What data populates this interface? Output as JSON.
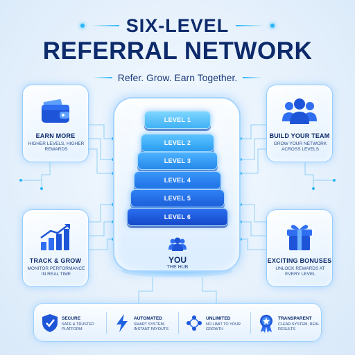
{
  "header": {
    "title_top": "SIX-LEVEL",
    "title_main": "REFERRAL NETWORK",
    "tagline": "Refer. Grow. Earn Together."
  },
  "cards": [
    {
      "title": "EARN MORE",
      "desc": "HIGHER LEVELS, HIGHER REWARDS",
      "icon": "wallet-icon"
    },
    {
      "title": "BUILD YOUR TEAM",
      "desc": "GROW YOUR NETWORK ACROSS LEVELS",
      "icon": "team-icon"
    },
    {
      "title": "TRACK & GROW",
      "desc": "MONITOR PERFORMANCE IN REAL TIME",
      "icon": "growth-chart-icon"
    },
    {
      "title": "EXCITING BONUSES",
      "desc": "UNLOCK REWARDS AT EVERY LEVEL",
      "icon": "gift-icon"
    }
  ],
  "levels": [
    "LEVEL 1",
    "LEVEL 2",
    "LEVEL 3",
    "LEVEL 4",
    "LEVEL 5",
    "LEVEL 6"
  ],
  "hub": {
    "label": "YOU",
    "sublabel": "THE HUB",
    "icon": "people-icon"
  },
  "features": [
    {
      "title": "SECURE",
      "desc": "SAFE & TRUSTED PLATFORM",
      "icon": "shield-check-icon"
    },
    {
      "title": "AUTOMATED",
      "desc": "SMART SYSTEM, INSTANT PAYOUTS",
      "icon": "lightning-icon"
    },
    {
      "title": "UNLIMITED",
      "desc": "NO LIMIT TO YOUR GROWTH",
      "icon": "network-nodes-icon"
    },
    {
      "title": "TRANSPARENT",
      "desc": "CLEAR SYSTEM, REAL RESULTS",
      "icon": "badge-star-icon"
    }
  ],
  "colors": {
    "navy": "#0d2a6b",
    "accent": "#29b6f6",
    "blue": "#1e63e0"
  }
}
